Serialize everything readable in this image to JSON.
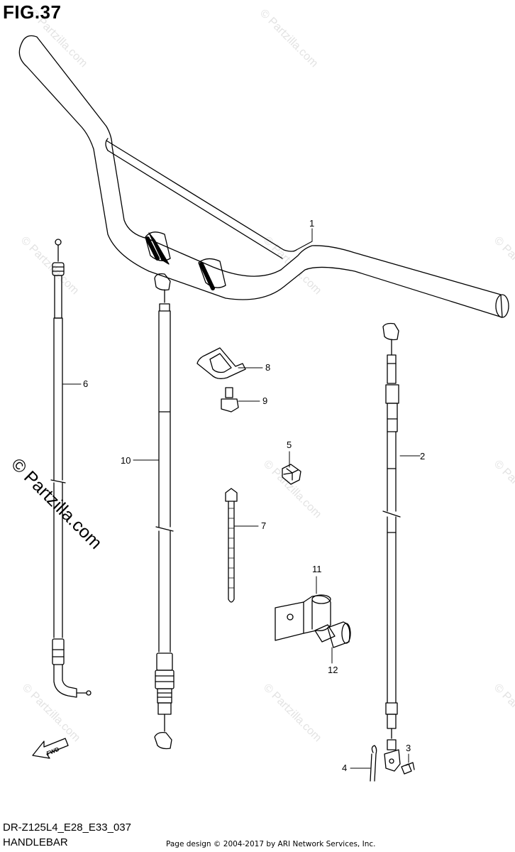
{
  "figure_title": "FIG.37",
  "footer": {
    "code": "DR-Z125L4_E28_E33_037",
    "name": "HANDLEBAR",
    "copyright": "Page design © 2004-2017 by ARI Network Services, Inc."
  },
  "watermark": {
    "main": "© Partzilla.com",
    "faint": "© Partzilla.com"
  },
  "fwd_label": "FWD",
  "callouts": [
    "1",
    "2",
    "3",
    "4",
    "5",
    "6",
    "7",
    "8",
    "9",
    "10",
    "11",
    "12"
  ],
  "colors": {
    "line": "#000000",
    "watermark": "#e3e3e3"
  }
}
